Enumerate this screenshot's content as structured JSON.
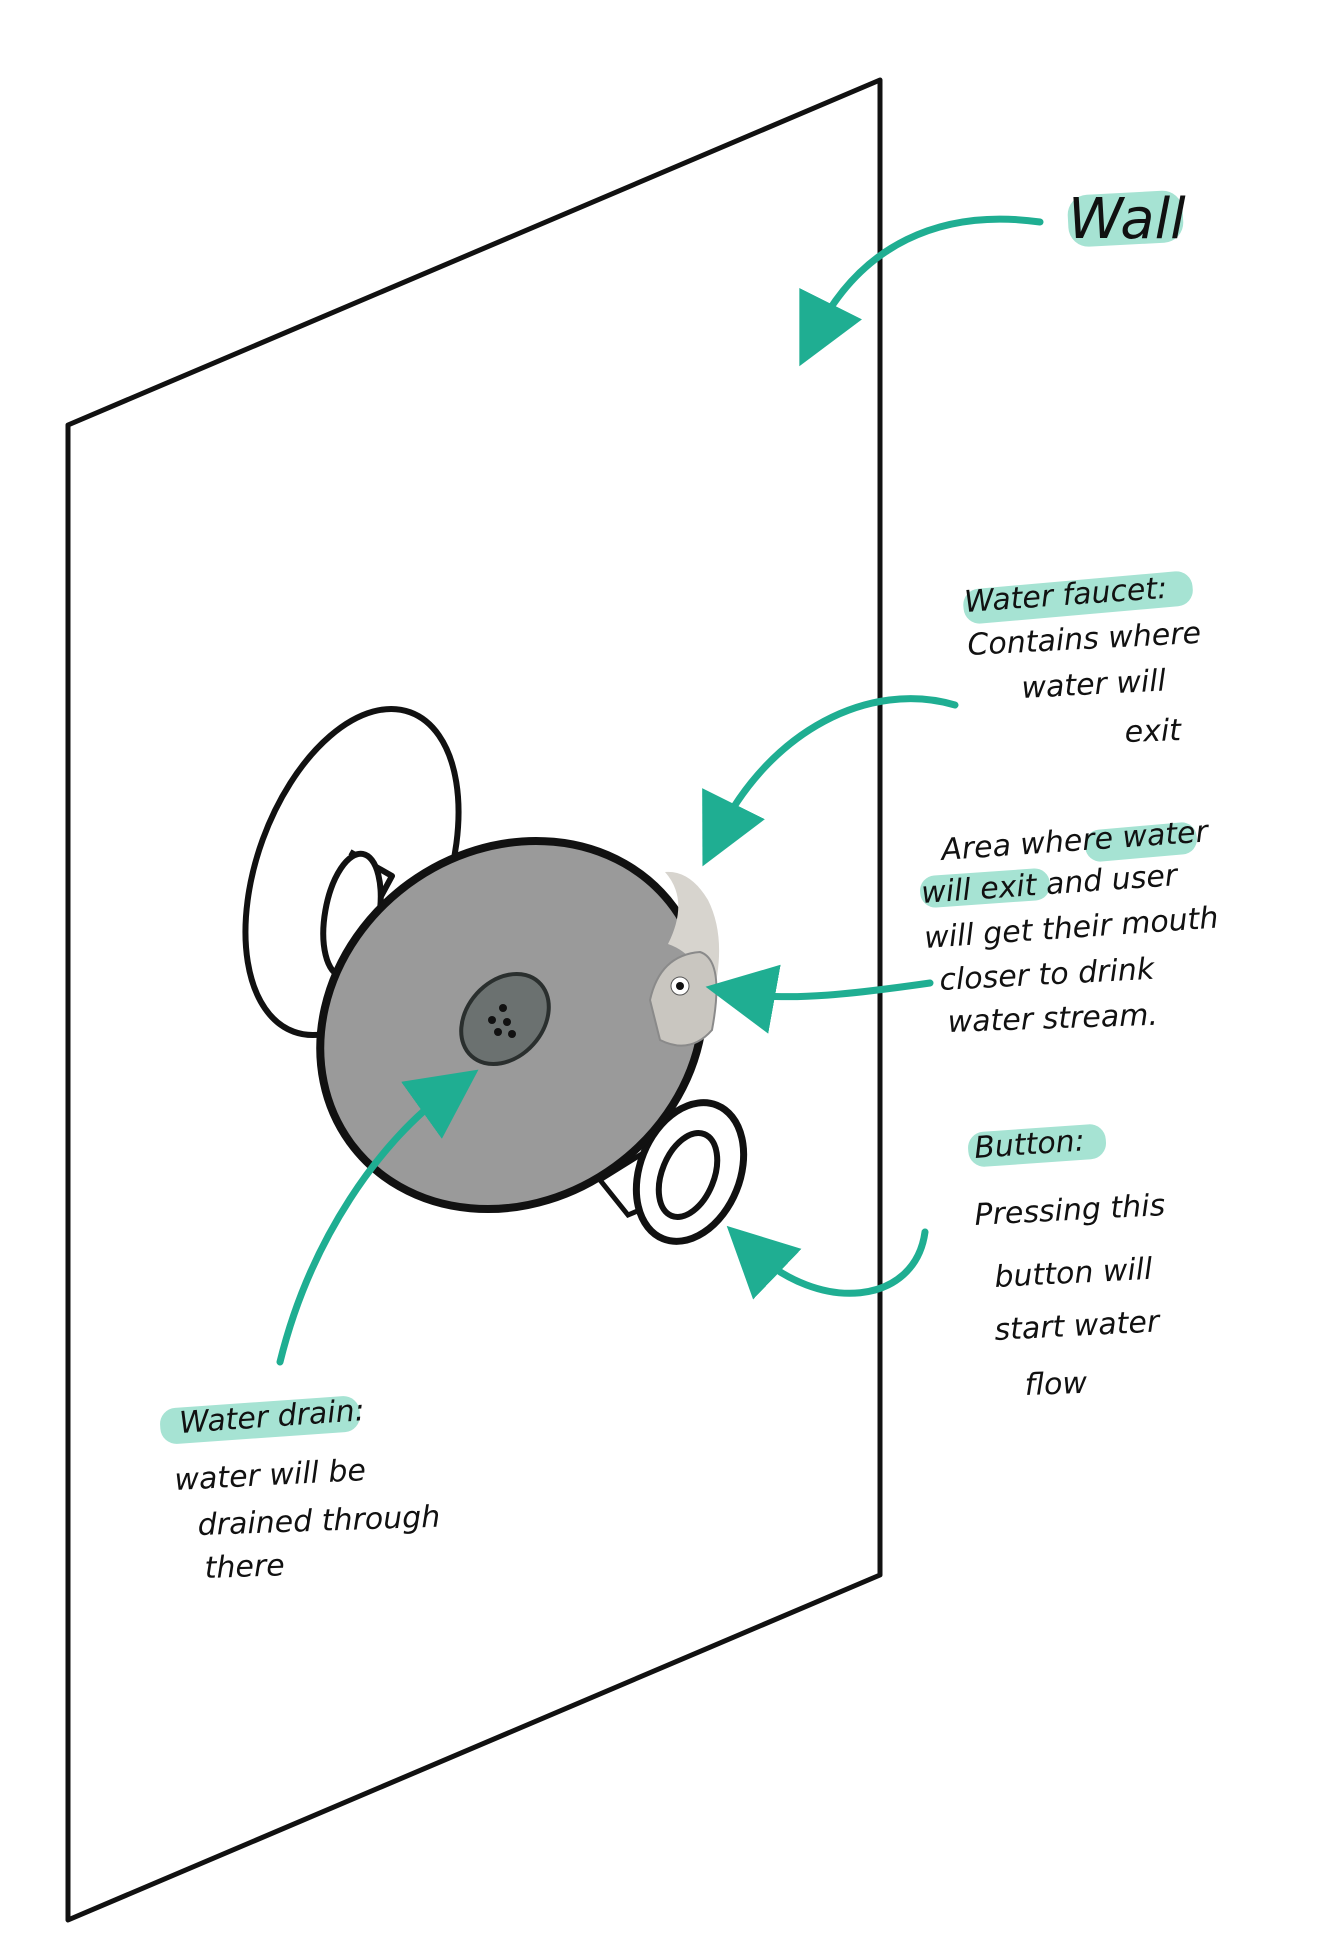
{
  "colors": {
    "accent": "#1fae92",
    "highlight": "#a6e3d3",
    "stroke": "#111111",
    "body_gray": "#9a9a9a",
    "drain_gray": "#6b7170",
    "nozzle_gray": "#c9c6c0"
  },
  "labels": {
    "wall": "Wall",
    "faucet": {
      "title": "Water faucet:",
      "lines": [
        "Contains where",
        "water will",
        "exit"
      ]
    },
    "exit_area": {
      "lines": [
        "Area where water",
        "will exit and user",
        "will get their mouth",
        "closer to drink",
        "water stream."
      ]
    },
    "button": {
      "title": "Button:",
      "lines": [
        "Pressing this",
        "button will",
        "start water",
        "flow"
      ]
    },
    "drain": {
      "title": "Water drain:",
      "lines": [
        "water will be",
        "drained through",
        "there"
      ]
    }
  }
}
